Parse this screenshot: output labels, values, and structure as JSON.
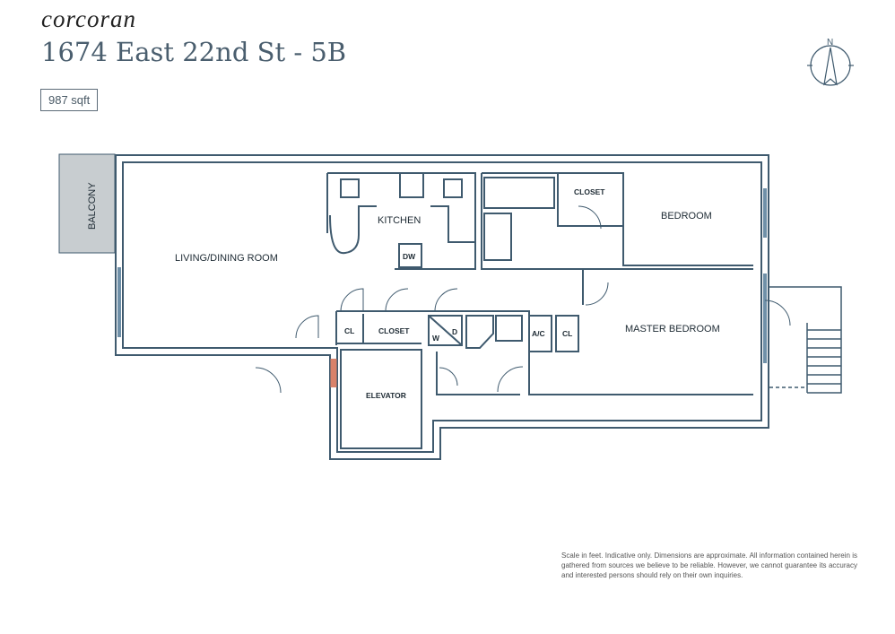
{
  "header": {
    "brand": "corcoran",
    "title": "1674 East 22nd St - 5B",
    "area": "987 sqft"
  },
  "compass": {
    "label": "N"
  },
  "rooms": {
    "balcony": "BALCONY",
    "living": "LIVING/DINING ROOM",
    "kitchen": "KITCHEN",
    "dw": "DW",
    "closet_top": "CLOSET",
    "bedroom": "BEDROOM",
    "master": "MASTER BEDROOM",
    "cl1": "CL",
    "closet_hall": "CLOSET",
    "w": "W",
    "d": "D",
    "ac": "A/C",
    "cl2": "CL",
    "elevator": "ELEVATOR"
  },
  "disclaimer": "Scale in feet. Indicative only. Dimensions are approximate. All information contained herein is gathered from sources we believe to be reliable. However, we cannot guarantee its accuracy and interested persons should rely on their own inquiries.",
  "colors": {
    "wall": "#3f5a6e",
    "window": "#6f90a8",
    "balcony": "#c8cdd0",
    "elevator_door": "#d9826a"
  }
}
